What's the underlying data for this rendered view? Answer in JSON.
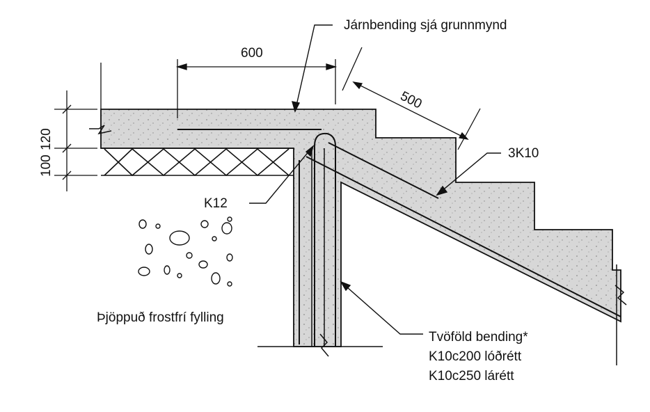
{
  "labels": {
    "rebar_note": "Járnbending sjá grunnmynd",
    "three_k10": "3K10",
    "k12": "K12",
    "fill": "Þjöppuð frostfrí fylling",
    "double_1": "Tvöföld bending*",
    "double_2": "K10c200 lóðrétt",
    "double_3": "K10c250 lárétt"
  },
  "dims": {
    "d600": "600",
    "d500": "500",
    "d100": "100",
    "d120": "120"
  },
  "colors": {
    "concrete": "#d7d7d7",
    "line": "#111111",
    "paper": "#ffffff"
  }
}
